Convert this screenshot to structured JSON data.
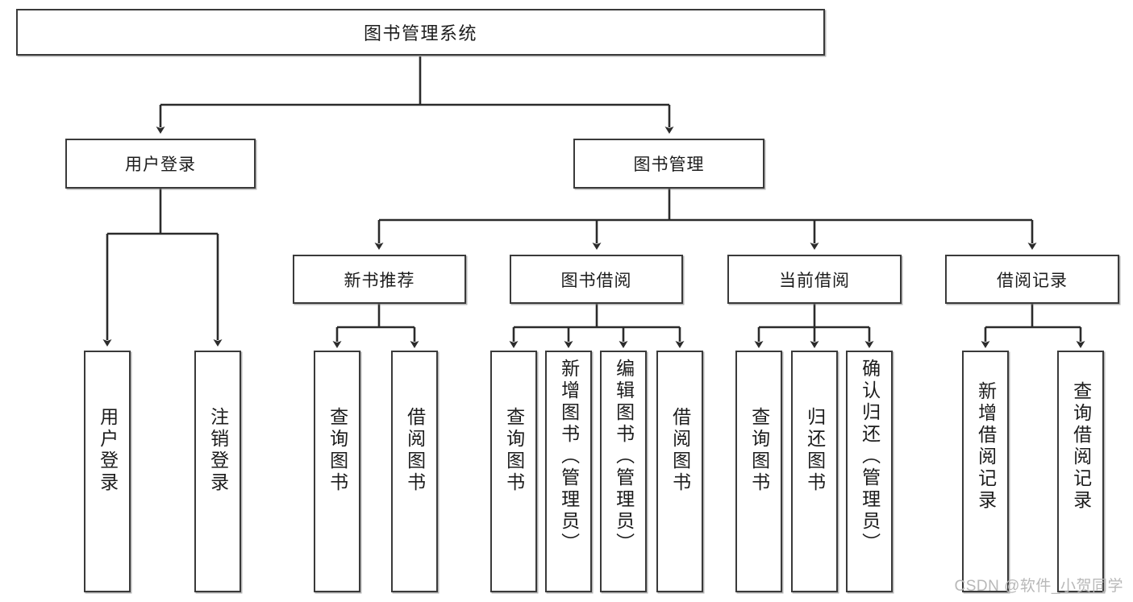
{
  "diagram": {
    "type": "tree-hierarchy-flowchart",
    "title": "图书管理系统",
    "watermark": "CSDN @软件_小贺同学",
    "colors": {
      "box_border": "#3a3a3a",
      "box_fill": "#ffffff",
      "connector": "#2b2b2b",
      "text": "#1c1c1c",
      "watermark": "#b8b8b8"
    },
    "root": {
      "label": "图书管理系统"
    },
    "level2": [
      {
        "label": "用户登录"
      },
      {
        "label": "图书管理"
      }
    ],
    "level3": [
      {
        "label": "新书推荐"
      },
      {
        "label": "图书借阅"
      },
      {
        "label": "当前借阅"
      },
      {
        "label": "借阅记录"
      }
    ],
    "leaves": {
      "user_login": [
        {
          "label": "用户登录"
        },
        {
          "label": "注销登录"
        }
      ],
      "new_book_recommend": [
        {
          "label": "查询图书"
        },
        {
          "label": "借阅图书"
        }
      ],
      "book_borrow": [
        {
          "label": "查询图书"
        },
        {
          "label": "新增图书（管理员）"
        },
        {
          "label": "编辑图书（管理员）"
        },
        {
          "label": "借阅图书"
        }
      ],
      "current_borrow": [
        {
          "label": "查询图书"
        },
        {
          "label": "归还图书"
        },
        {
          "label": "确认归还（管理员）"
        }
      ],
      "borrow_record": [
        {
          "label": "新增借阅记录"
        },
        {
          "label": "查询借阅记录"
        }
      ]
    }
  }
}
